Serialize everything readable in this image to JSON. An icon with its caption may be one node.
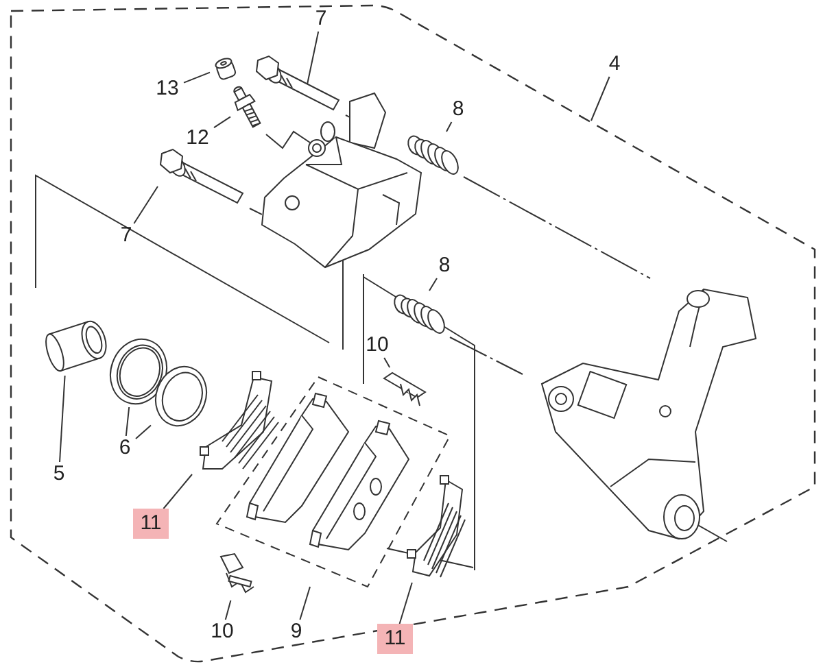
{
  "diagram": {
    "nodes": [
      {
        "text": [
          "7"
        ]
      },
      {
        "text": [
          "13"
        ]
      },
      {
        "text": [
          "8"
        ]
      },
      {
        "text": [
          "4"
        ]
      },
      {
        "text": [
          "12"
        ]
      },
      {
        "text": [
          "7"
        ]
      },
      {
        "text": [
          "8"
        ]
      },
      {
        "text": [
          "10"
        ]
      },
      {
        "text": [
          "5"
        ]
      },
      {
        "text": [
          "6"
        ]
      },
      {
        "text": [
          "11"
        ]
      },
      {
        "text": [
          "10"
        ]
      },
      {
        "text": [
          "9"
        ]
      },
      {
        "text": [
          "11"
        ]
      },
      {
        "text": [],
        "shape": "picture"
      },
      {
        "text": [],
        "shape": "picture"
      },
      {
        "text": [],
        "shape": "picture"
      },
      {
        "text": [],
        "shape": "picture"
      },
      {
        "text": [],
        "shape": "picture"
      },
      {
        "text": [],
        "shape": "picture"
      },
      {
        "text": [],
        "shape": "picture"
      },
      {
        "text": [],
        "shape": "picture"
      },
      {
        "text": [],
        "shape": "picture"
      },
      {
        "text": [],
        "shape": "picture"
      },
      {
        "text": [],
        "shape": "picture"
      },
      {
        "text": [],
        "shape": "picture"
      },
      {
        "text": [],
        "shape": "picture"
      },
      {
        "text": [],
        "shape": "picture"
      },
      {
        "text": [],
        "shape": "picture"
      },
      {
        "text": [],
        "shape": "picture"
      },
      {
        "text": [],
        "shape": "picture"
      }
    ],
    "edges": [
      {
        "from": 0,
        "to": 16,
        "arrow": "none"
      },
      {
        "from": 1,
        "to": 14,
        "arrow": "none"
      },
      {
        "from": 2,
        "to": 17,
        "arrow": "none"
      },
      {
        "from": 3,
        "to": null,
        "arrow": "none"
      },
      {
        "from": 4,
        "to": 15,
        "arrow": "none"
      },
      {
        "from": 5,
        "to": 19,
        "arrow": "none"
      },
      {
        "from": 6,
        "to": 20,
        "arrow": "none"
      },
      {
        "from": 7,
        "to": 26,
        "arrow": "none"
      },
      {
        "from": 8,
        "to": 22,
        "arrow": "none"
      },
      {
        "from": 9,
        "to": 23,
        "arrow": "none"
      },
      {
        "from": 9,
        "to": 24,
        "arrow": "none"
      },
      {
        "from": 10,
        "to": 25,
        "arrow": "none"
      },
      {
        "from": 11,
        "to": 30,
        "arrow": "none"
      },
      {
        "from": 12,
        "to": null,
        "arrow": "none"
      },
      {
        "from": 13,
        "to": 29,
        "arrow": "none"
      }
    ]
  }
}
